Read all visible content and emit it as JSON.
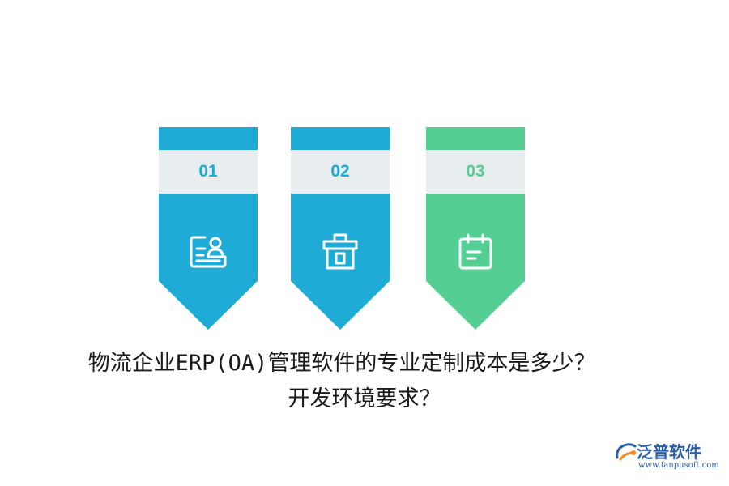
{
  "colors": {
    "blue": "#1eabd6",
    "green": "#55ce93",
    "band": "#e8eeef",
    "logo_blue": "#2d5ea8",
    "logo_orange": "#f08a24"
  },
  "banners": [
    {
      "number": "01",
      "color": "#1eabd6",
      "icon": "id-card-icon"
    },
    {
      "number": "02",
      "color": "#1eabd6",
      "icon": "gift-box-icon"
    },
    {
      "number": "03",
      "color": "#55ce93",
      "icon": "calendar-note-icon"
    }
  ],
  "title": {
    "line1": "物流企业ERP(OA)管理软件的专业定制成本是多少？",
    "line2": "开发环境要求？"
  },
  "logo": {
    "name": "泛普软件",
    "url": "www.fanpusoft.com",
    "icon": "fanpu-logo-icon"
  }
}
